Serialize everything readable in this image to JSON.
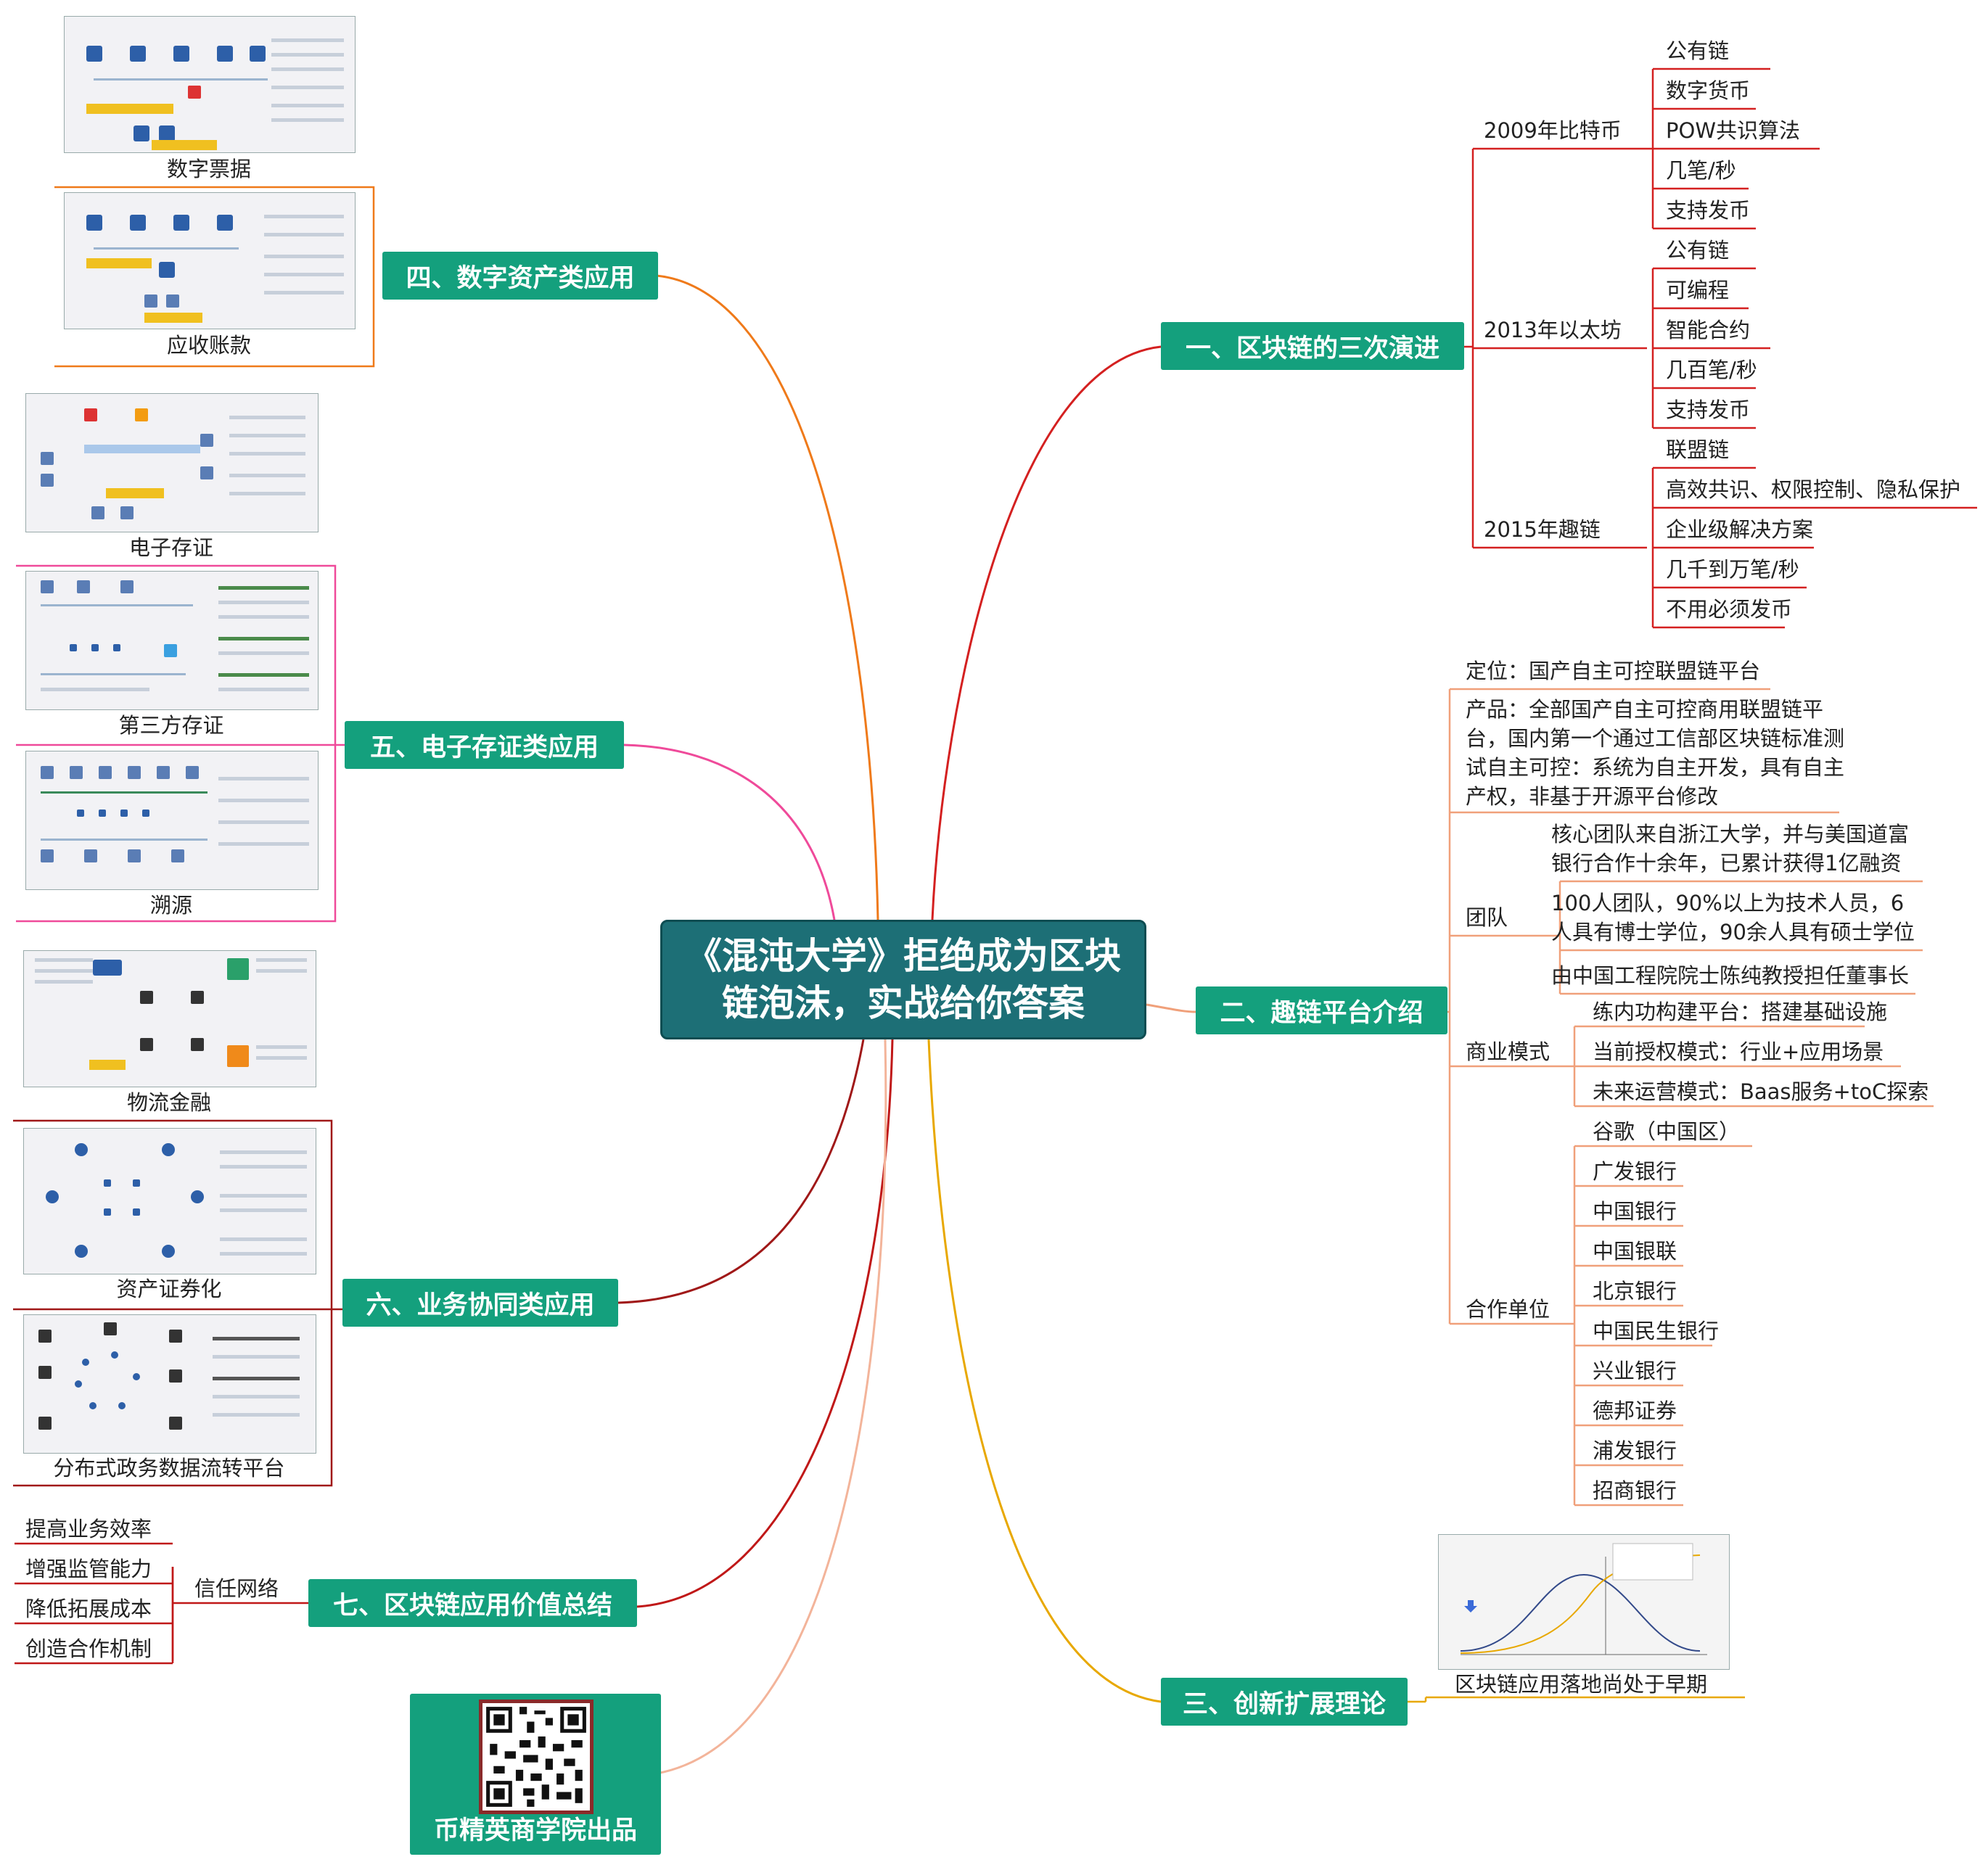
{
  "center": {
    "title": "《混沌大学》拒绝成为区块链泡沫，实战给你答案"
  },
  "branch1": {
    "label": "一、区块链的三次演进",
    "groups": [
      {
        "name": "2009年比特币",
        "items": [
          "公有链",
          "数字货币",
          "POW共识算法",
          "几笔/秒",
          "支持发币"
        ]
      },
      {
        "name": "2013年以太坊",
        "items": [
          "公有链",
          "可编程",
          "智能合约",
          "几百笔/秒",
          "支持发币"
        ]
      },
      {
        "name": "2015年趣链",
        "items": [
          "联盟链",
          "高效共识、权限控制、隐私保护",
          "企业级解决方案",
          "几千到万笔/秒",
          "不用必须发币"
        ]
      }
    ]
  },
  "branch2": {
    "label": "二、趣链平台介绍",
    "positioning": "定位：国产自主可控联盟链平台",
    "product": "产品：全部国产自主可控商用联盟链平台，国内第一个通过工信部区块链标准测试自主可控：系统为自主开发，具有自主产权，非基于开源平台修改",
    "team_label": "团队",
    "team": [
      "核心团队来自浙江大学，并与美国道富银行合作十余年，已累计获得1亿融资",
      "100人团队，90%以上为技术人员，6人具有博士学位，90余人具有硕士学位",
      "由中国工程院院士陈纯教授担任董事长"
    ],
    "biz_label": "商业模式",
    "biz": [
      "练内功构建平台：搭建基础设施",
      "当前授权模式：行业+应用场景",
      "未来运营模式：Baas服务+toC探索"
    ],
    "partners_label": "合作单位",
    "partners": [
      "谷歌（中国区）",
      "广发银行",
      "中国银行",
      "中国银联",
      "北京银行",
      "中国民生银行",
      "兴业银行",
      "德邦证券",
      "浦发银行",
      "招商银行"
    ]
  },
  "branch3": {
    "label": "三、创新扩展理论",
    "caption": "区块链应用落地尚处于早期"
  },
  "branch4": {
    "label": "四、数字资产类应用",
    "captions": [
      "数字票据",
      "应收账款"
    ]
  },
  "branch5": {
    "label": "五、电子存证类应用",
    "captions": [
      "电子存证",
      "第三方存证",
      "溯源"
    ]
  },
  "branch6": {
    "label": "六、业务协同类应用",
    "captions": [
      "物流金融",
      "资产证券化",
      "分布式政务数据流转平台"
    ]
  },
  "branch7": {
    "label": "七、区块链应用价值总结",
    "sub": "信任网络",
    "items": [
      "提高业务效率",
      "增强监管能力",
      "降低拓展成本",
      "创造合作机制"
    ]
  },
  "footer": {
    "label": "币精英商学院出品"
  },
  "colors": {
    "center": "#1d6f76",
    "topic": "#14a07d",
    "b1": "#d42020",
    "b2": "#f0a07a",
    "b3": "#e8a800",
    "b4": "#ef7a1a",
    "b5": "#ef4a9a",
    "b6": "#a01818",
    "b7": "#c01818",
    "footer_line": "#f3b49a"
  }
}
